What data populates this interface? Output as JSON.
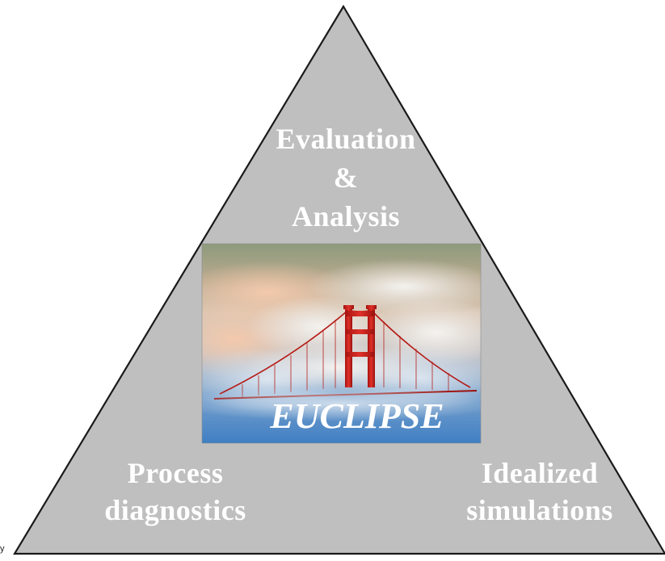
{
  "diagram": {
    "top_label": [
      "Evaluation",
      "&",
      "Analysis"
    ],
    "left_label": [
      "Process",
      "diagnostics"
    ],
    "right_label": [
      "Idealized",
      "simulations"
    ],
    "center_image": {
      "caption": "EUCLIPSE",
      "depicts": "bridge-in-clouds"
    },
    "stray_char": "y"
  },
  "colors": {
    "triangle_fill": "#bfbfbf",
    "triangle_stroke": "#1a1a1a",
    "label_text": "#ffffff",
    "bridge_red": "#d7261e"
  }
}
